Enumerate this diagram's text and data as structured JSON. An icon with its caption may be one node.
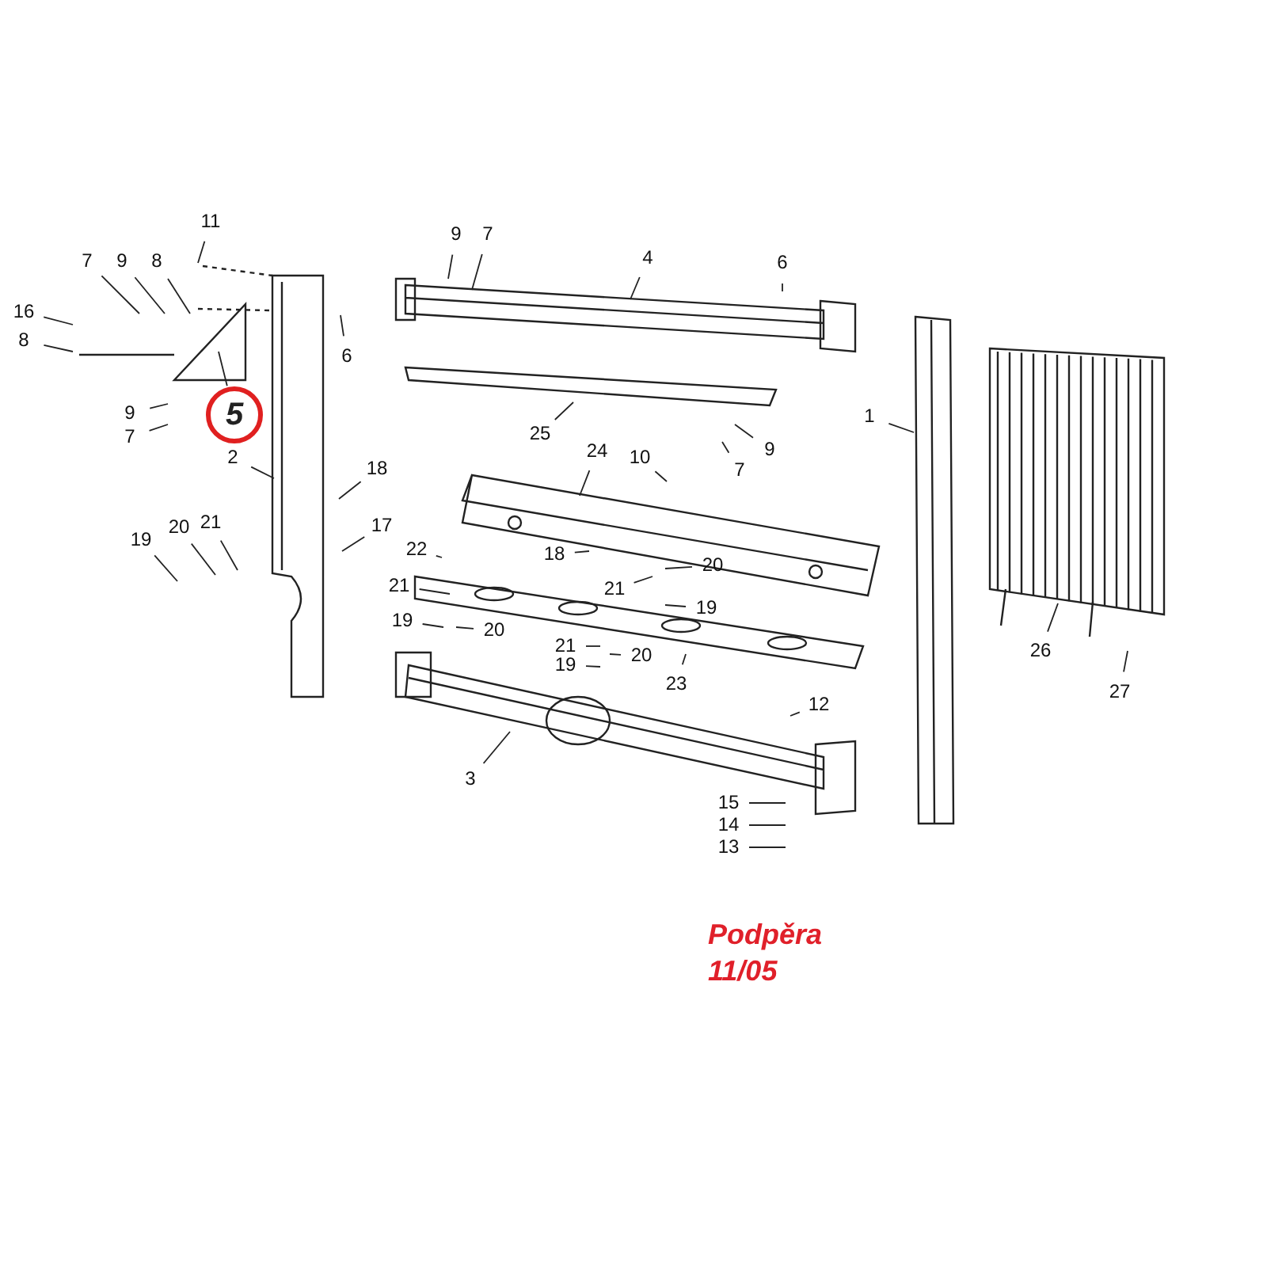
{
  "diagram": {
    "nodes": [
      {
        "text": [
          "11"
        ]
      },
      {
        "text": [
          "7"
        ]
      },
      {
        "text": [
          "9"
        ]
      },
      {
        "text": [
          "8"
        ]
      },
      {
        "text": [
          "16"
        ]
      },
      {
        "text": [
          "8"
        ]
      },
      {
        "text": [
          "5"
        ]
      },
      {
        "text": [
          "9"
        ]
      },
      {
        "text": [
          "7"
        ]
      },
      {
        "text": [
          "2"
        ]
      },
      {
        "text": [
          "6"
        ]
      },
      {
        "text": [
          "18"
        ]
      },
      {
        "text": [
          "17"
        ]
      },
      {
        "text": [
          "19"
        ]
      },
      {
        "text": [
          "20"
        ]
      },
      {
        "text": [
          "21"
        ]
      },
      {
        "text": [
          "9"
        ]
      },
      {
        "text": [
          "7"
        ]
      },
      {
        "text": [
          "4"
        ]
      },
      {
        "text": [
          "6"
        ]
      },
      {
        "text": [
          "25"
        ]
      },
      {
        "text": [
          "9"
        ]
      },
      {
        "text": [
          "7"
        ]
      },
      {
        "text": [
          "24"
        ]
      },
      {
        "text": [
          "10"
        ]
      },
      {
        "text": [
          "22"
        ]
      },
      {
        "text": [
          "18"
        ]
      },
      {
        "text": [
          "21"
        ]
      },
      {
        "text": [
          "20"
        ]
      },
      {
        "text": [
          "19"
        ]
      },
      {
        "text": [
          "21"
        ]
      },
      {
        "text": [
          "19"
        ]
      },
      {
        "text": [
          "20"
        ]
      },
      {
        "text": [
          "21"
        ]
      },
      {
        "text": [
          "20"
        ]
      },
      {
        "text": [
          "19"
        ]
      },
      {
        "text": [
          "23"
        ]
      },
      {
        "text": [
          "12"
        ]
      },
      {
        "text": [
          "3"
        ]
      },
      {
        "text": [
          "15"
        ]
      },
      {
        "text": [
          "14"
        ]
      },
      {
        "text": [
          "13"
        ]
      },
      {
        "text": [
          "1"
        ]
      },
      {
        "text": [
          "26"
        ]
      },
      {
        "text": [
          "27"
        ]
      }
    ],
    "edges": [
      {
        "from": 0,
        "to": null,
        "arrow": "none"
      },
      {
        "from": 1,
        "to": null,
        "arrow": "none"
      },
      {
        "from": 2,
        "to": null,
        "arrow": "none"
      },
      {
        "from": 3,
        "to": null,
        "arrow": "none"
      },
      {
        "from": 4,
        "to": null,
        "arrow": "none"
      },
      {
        "from": 5,
        "to": null,
        "arrow": "none"
      },
      {
        "from": 6,
        "to": null,
        "arrow": "none"
      },
      {
        "from": 7,
        "to": null,
        "arrow": "none"
      },
      {
        "from": 8,
        "to": null,
        "arrow": "none"
      },
      {
        "from": 9,
        "to": null,
        "arrow": "none"
      },
      {
        "from": 10,
        "to": null,
        "arrow": "none"
      },
      {
        "from": 11,
        "to": null,
        "arrow": "none"
      },
      {
        "from": 12,
        "to": null,
        "arrow": "none"
      },
      {
        "from": 13,
        "to": null,
        "arrow": "none"
      },
      {
        "from": 14,
        "to": null,
        "arrow": "none"
      },
      {
        "from": 15,
        "to": null,
        "arrow": "none"
      },
      {
        "from": 16,
        "to": null,
        "arrow": "none"
      },
      {
        "from": 17,
        "to": null,
        "arrow": "none"
      },
      {
        "from": 18,
        "to": null,
        "arrow": "none"
      },
      {
        "from": 19,
        "to": null,
        "arrow": "none"
      },
      {
        "from": 20,
        "to": null,
        "arrow": "none"
      },
      {
        "from": 21,
        "to": null,
        "arrow": "none"
      },
      {
        "from": 22,
        "to": null,
        "arrow": "none"
      },
      {
        "from": 23,
        "to": null,
        "arrow": "none"
      },
      {
        "from": 24,
        "to": null,
        "arrow": "none"
      },
      {
        "from": 25,
        "to": null,
        "arrow": "none"
      },
      {
        "from": 26,
        "to": null,
        "arrow": "none"
      },
      {
        "from": 27,
        "to": null,
        "arrow": "none"
      },
      {
        "from": 28,
        "to": null,
        "arrow": "none"
      },
      {
        "from": 29,
        "to": null,
        "arrow": "none"
      },
      {
        "from": 30,
        "to": null,
        "arrow": "none"
      },
      {
        "from": 31,
        "to": null,
        "arrow": "none"
      },
      {
        "from": 32,
        "to": null,
        "arrow": "none"
      },
      {
        "from": 33,
        "to": null,
        "arrow": "none"
      },
      {
        "from": 34,
        "to": null,
        "arrow": "none"
      },
      {
        "from": 35,
        "to": null,
        "arrow": "none"
      },
      {
        "from": 36,
        "to": null,
        "arrow": "none"
      },
      {
        "from": 37,
        "to": null,
        "arrow": "none"
      },
      {
        "from": 38,
        "to": null,
        "arrow": "none"
      },
      {
        "from": 39,
        "to": null,
        "arrow": "none"
      },
      {
        "from": 40,
        "to": null,
        "arrow": "none"
      },
      {
        "from": 41,
        "to": null,
        "arrow": "none"
      },
      {
        "from": 42,
        "to": null,
        "arrow": "none"
      },
      {
        "from": 43,
        "to": null,
        "arrow": "none"
      },
      {
        "from": 44,
        "to": null,
        "arrow": "none"
      }
    ],
    "labels": [
      "Podpěra",
      "11/05"
    ]
  }
}
